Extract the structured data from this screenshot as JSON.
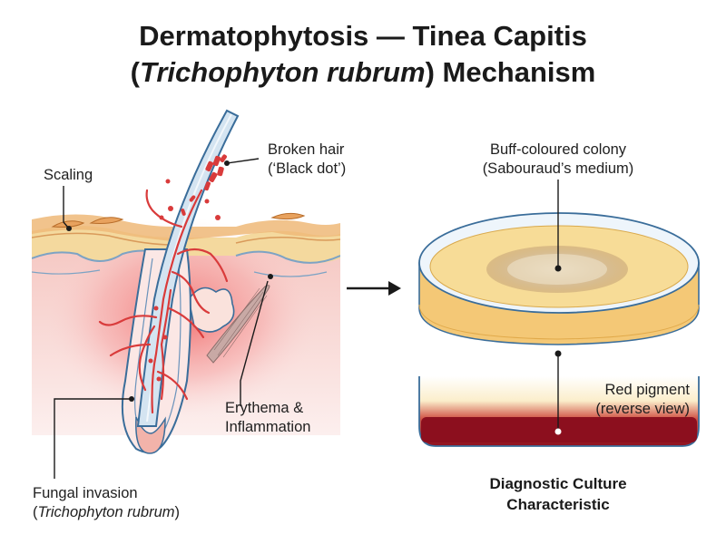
{
  "title": {
    "line1": "Dermatophytosis — Tinea Capitis",
    "line2_open": "(",
    "line2_italic": "Trichophyton rubrum",
    "line2_rest": ") Mechanism"
  },
  "labels": {
    "scaling": "Scaling",
    "broken_hair_line1": "Broken hair",
    "broken_hair_line2": "(‘Black dot’)",
    "erythema_line1": "Erythema &",
    "erythema_line2": "Inflammation",
    "fungal_line1": "Fungal invasion",
    "fungal_line2_open": "(",
    "fungal_line2_italic": "Trichophyton rubrum",
    "fungal_line2_close": ")",
    "colony_line1": "Buff-coloured colony",
    "colony_line2": "(Sabouraud’s medium)",
    "pigment_line1": "Red pigment",
    "pigment_line2": "(reverse view)"
  },
  "caption": {
    "line1": "Diagnostic Culture",
    "line2": "Characteristic"
  },
  "colors": {
    "epidermis": "#f3d9a0",
    "dermis": "#f6d6d2",
    "inflammation": "#f07070",
    "hair": "#cfe0ee",
    "hair_outline": "#3a6d9a",
    "hyphae": "#d93b3b",
    "agar": "#f4d383",
    "colony": "#cfb28c",
    "red_pigment": "#8c0f1e"
  }
}
